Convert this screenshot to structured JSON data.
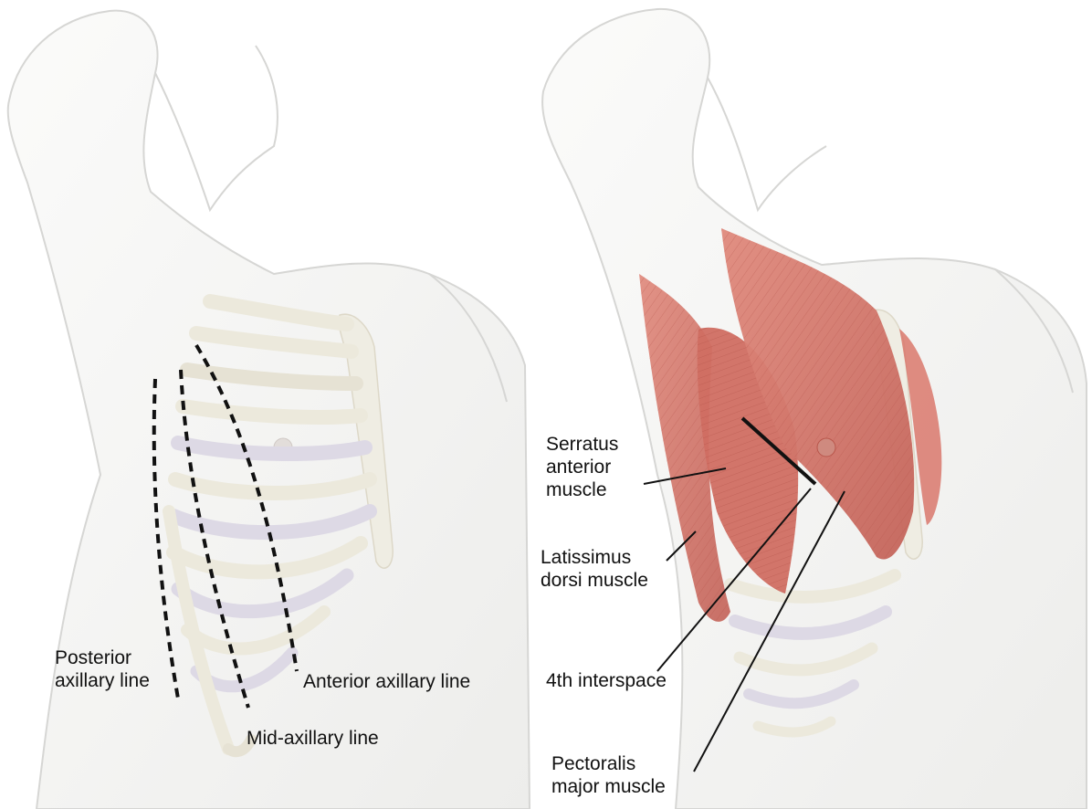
{
  "left_panel": {
    "labels": {
      "posterior_axillary_line": [
        "Posterior",
        "axillary line"
      ],
      "anterior_axillary_line": "Anterior axillary line",
      "mid_axillary_line": "Mid-axillary line"
    }
  },
  "right_panel": {
    "labels": {
      "serratus_anterior_muscle": [
        "Serratus",
        "anterior",
        "muscle"
      ],
      "latissimus_dorsi_muscle": [
        "Latissimus",
        "dorsi muscle"
      ],
      "fourth_interspace": "4th interspace",
      "pectoralis_major_muscle": [
        "Pectoralis",
        "major muscle"
      ]
    }
  },
  "colors": {
    "skin": "#f5f5f4",
    "skin_outline": "#d6d6d4",
    "rib": "#ece9dc",
    "rib_shadow": "#d9d4e3",
    "muscle": "#d9776a",
    "muscle_dark": "#b9564b",
    "leader_line": "#111111"
  }
}
